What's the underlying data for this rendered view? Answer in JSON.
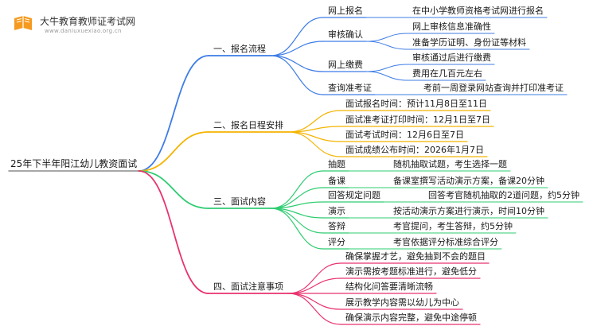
{
  "watermark": {
    "brand": "大牛教育教师证考试网",
    "url": "www.daniuxuexiao.org.cn"
  },
  "colors": {
    "blue": "#3d7ce6",
    "orange": "#f4b400",
    "green": "#2ecc71",
    "pink": "#e8336d",
    "logo_orange": "#f59a1e"
  },
  "root": "25年下半年阳江幼儿教资面试",
  "branches": [
    {
      "label": "一、报名流程",
      "children": [
        {
          "label": "网上报名",
          "children": [
            {
              "label": "在中小学教师资格考试网进行报名"
            }
          ]
        },
        {
          "label": "审核确认",
          "children": [
            {
              "label": "网上审核信息准确性"
            },
            {
              "label": "准备学历证明、身份证等材料"
            }
          ]
        },
        {
          "label": "网上缴费",
          "children": [
            {
              "label": "审核通过后进行缴费"
            },
            {
              "label": "费用在几百元左右"
            }
          ]
        },
        {
          "label": "查询准考证",
          "children": [
            {
              "label": "考前一周登录网站查询并打印准考证"
            }
          ]
        }
      ]
    },
    {
      "label": "二、报名日程安排",
      "children": [
        {
          "label": "面试报名时间：预计11月8日至11日"
        },
        {
          "label": "面试准考证打印时间：12月1日至7日"
        },
        {
          "label": "面试考试时间：12月6日至7日"
        },
        {
          "label": "面试成绩公布时间：2026年1月7日"
        }
      ]
    },
    {
      "label": "三、面试内容",
      "children": [
        {
          "label": "抽题",
          "children": [
            {
              "label": "随机抽取试题，考生选择一题"
            }
          ]
        },
        {
          "label": "备课",
          "children": [
            {
              "label": "备课室撰写活动演示方案，备课20分钟"
            }
          ]
        },
        {
          "label": "回答规定问题",
          "children": [
            {
              "label": "回答考官随机抽取的2道问题，约5分钟"
            }
          ]
        },
        {
          "label": "演示",
          "children": [
            {
              "label": "按活动演示方案进行演示，时间10分钟"
            }
          ]
        },
        {
          "label": "答辩",
          "children": [
            {
              "label": "考官提问，考生答辩，约5分钟"
            }
          ]
        },
        {
          "label": "评分",
          "children": [
            {
              "label": "考官依据评分标准综合评分"
            }
          ]
        }
      ]
    },
    {
      "label": "四、面试注意事项",
      "children": [
        {
          "label": "确保掌握才艺，避免抽到不会的题目"
        },
        {
          "label": "演示需按考题标准进行，避免低分"
        },
        {
          "label": "结构化问答要清晰流畅"
        },
        {
          "label": "展示教学内容需以幼儿为中心"
        },
        {
          "label": "确保演示内容完整，避免中途停顿"
        }
      ]
    }
  ]
}
